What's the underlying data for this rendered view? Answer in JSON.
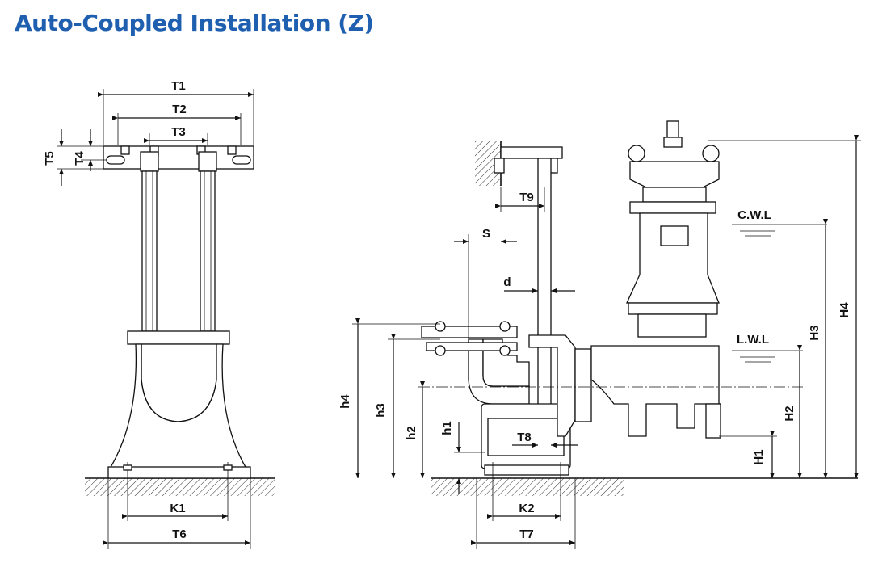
{
  "title": "Auto-Coupled Installation (Z)",
  "labels": {
    "T1": "T1",
    "T2": "T2",
    "T3": "T3",
    "T4": "T4",
    "T5": "T5",
    "T6": "T6",
    "T7": "T7",
    "T8": "T8",
    "T9": "T9",
    "K1": "K1",
    "K2": "K2",
    "S": "S",
    "d": "d",
    "h1": "h1",
    "h2": "h2",
    "h3": "h3",
    "h4": "h4",
    "H1": "H1",
    "H2": "H2",
    "H3": "H3",
    "H4": "H4",
    "CWL": "C.W.L",
    "LWL": "L.W.L"
  }
}
